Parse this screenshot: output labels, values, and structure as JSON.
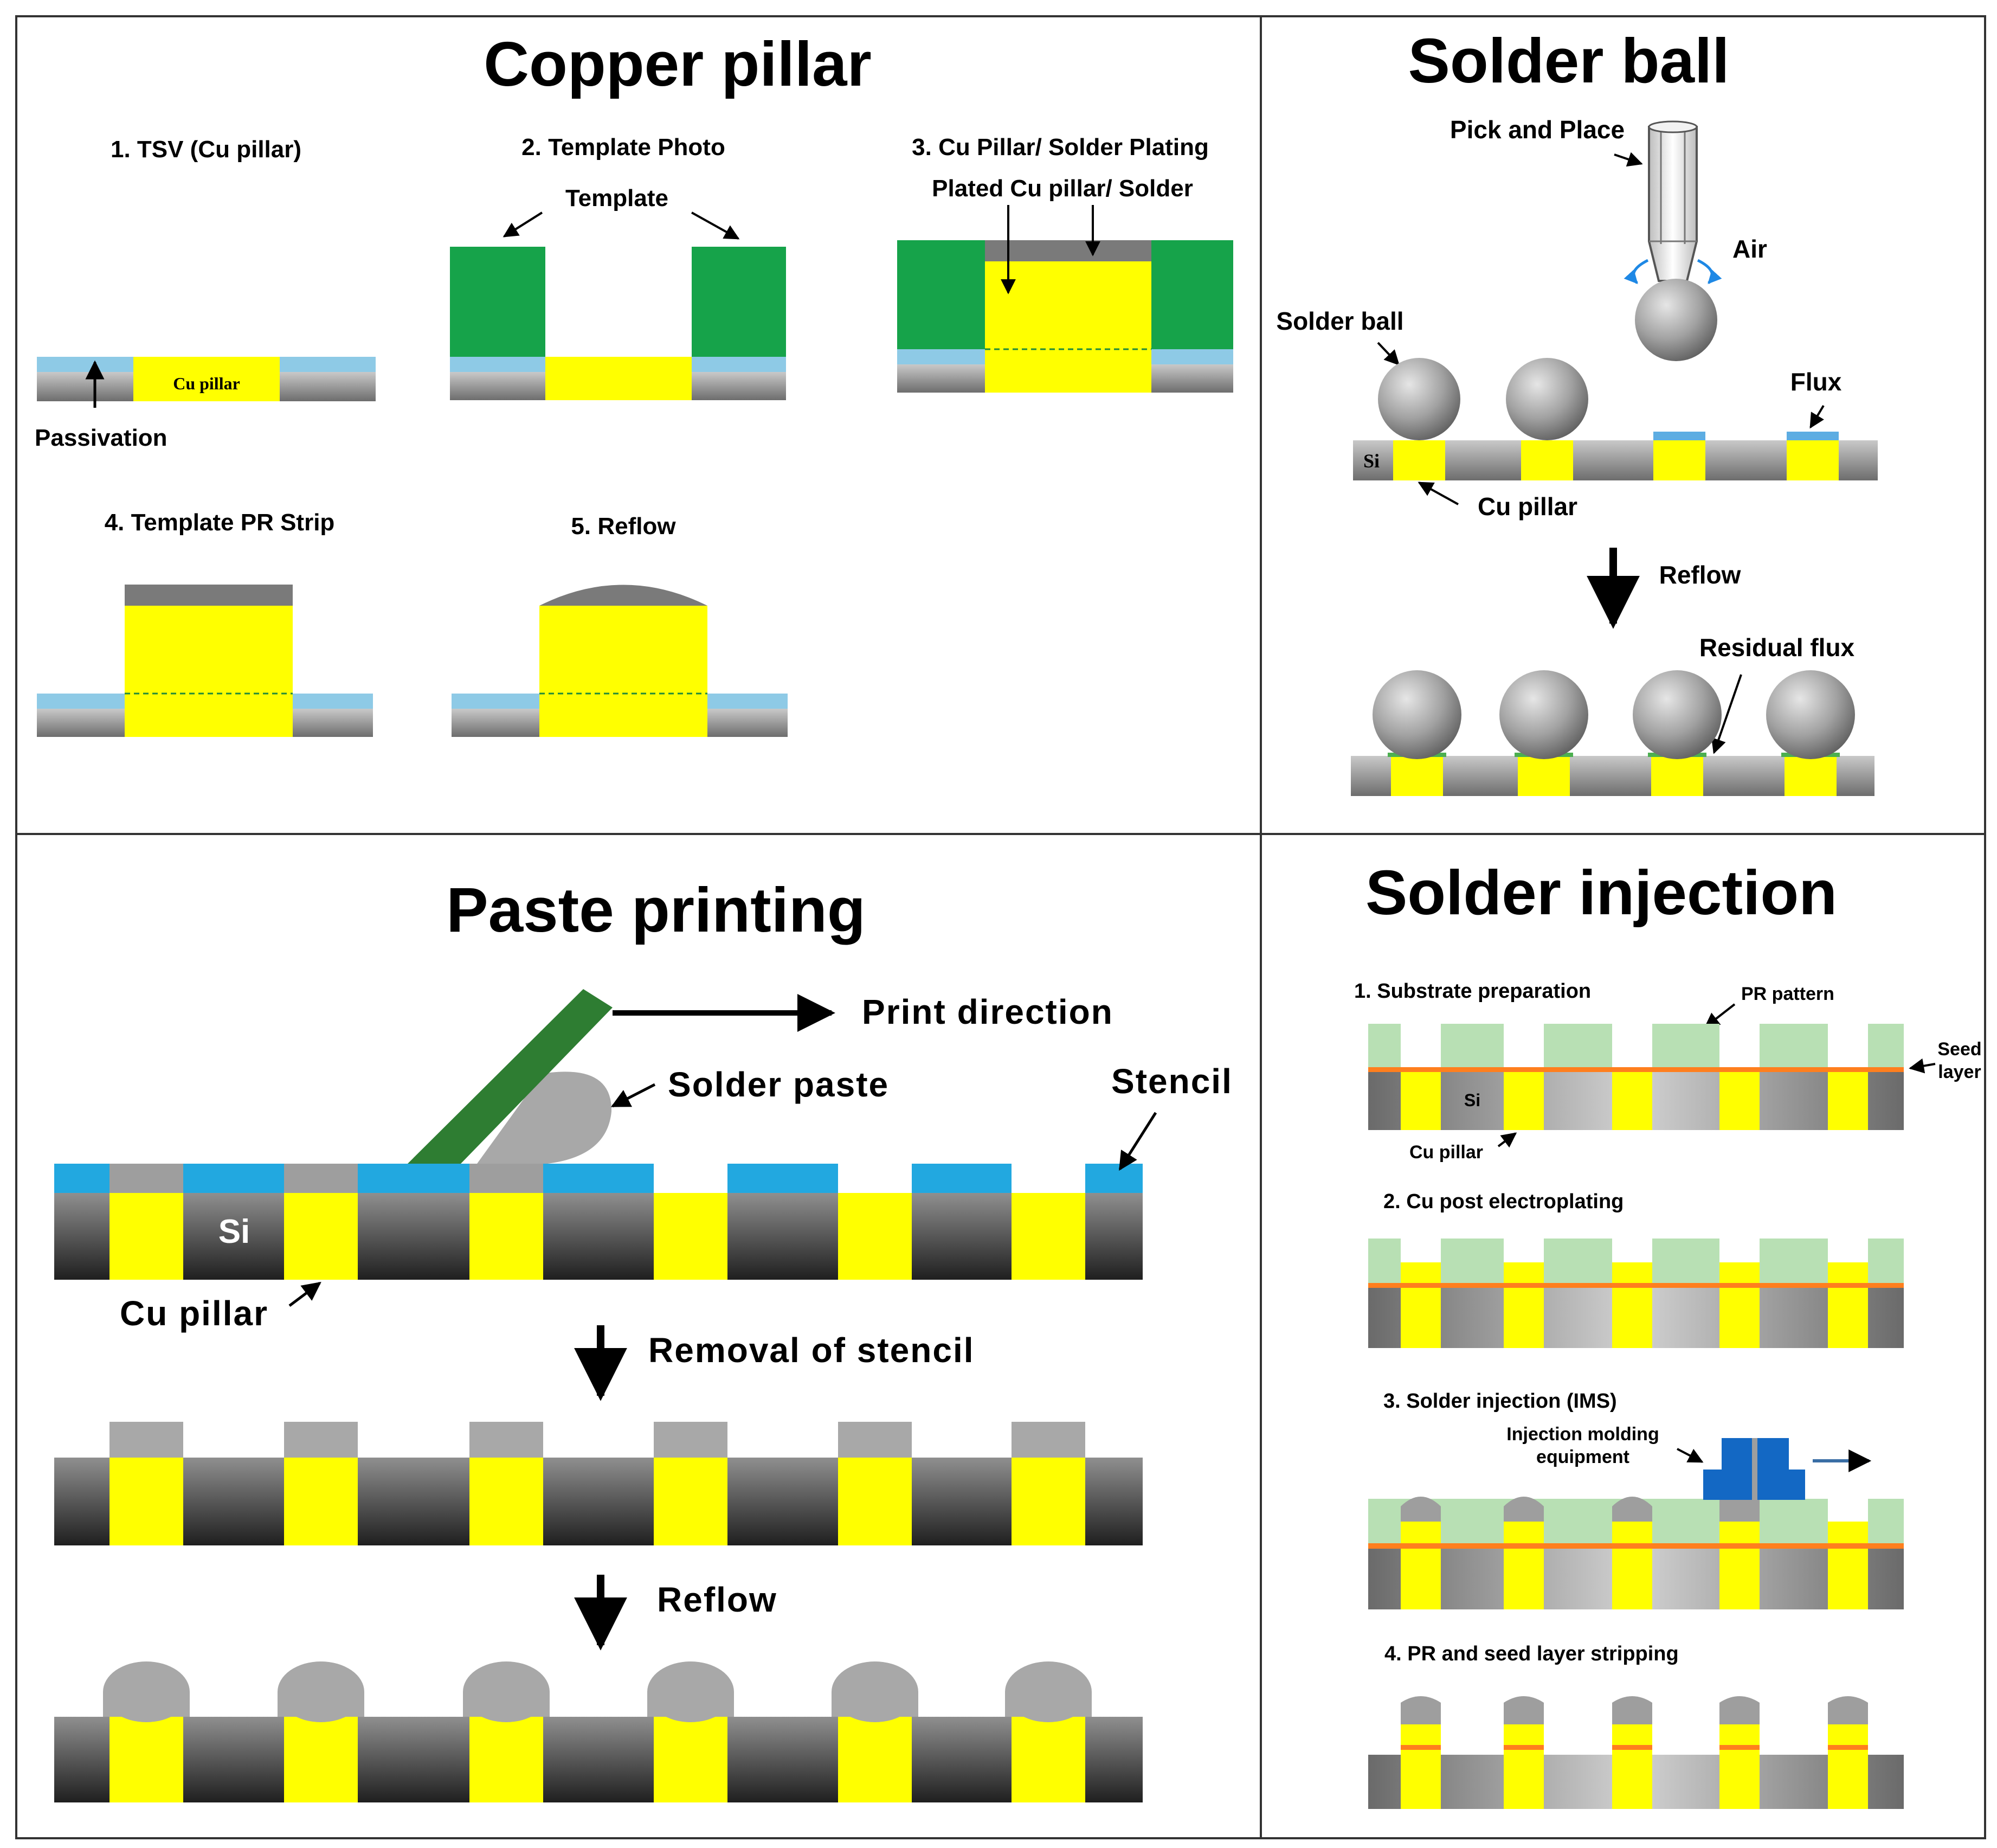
{
  "panels": {
    "copper_pillar": {
      "title": "Copper pillar",
      "steps": [
        "1. TSV (Cu pillar)",
        "2. Template Photo",
        "3. Cu Pillar/ Solder Plating",
        "4. Template PR Strip",
        "5. Reflow"
      ],
      "labels": {
        "cu_pillar": "Cu pillar",
        "passivation": "Passivation",
        "template": "Template",
        "plated": "Plated Cu pillar/ Solder"
      }
    },
    "solder_ball": {
      "title": "Solder ball",
      "labels": {
        "pick_and_place": "Pick and Place",
        "air": "Air",
        "solder_ball": "Solder ball",
        "flux": "Flux",
        "si": "Si",
        "cu_pillar": "Cu pillar",
        "reflow": "Reflow",
        "residual_flux": "Residual flux"
      }
    },
    "paste_printing": {
      "title": "Paste printing",
      "labels": {
        "print_direction": "Print direction",
        "solder_paste": "Solder paste",
        "stencil": "Stencil",
        "si": "Si",
        "cu_pillar": "Cu pillar",
        "removal": "Removal of stencil",
        "reflow": "Reflow"
      }
    },
    "solder_injection": {
      "title": "Solder injection",
      "steps": [
        "1. Substrate preparation",
        "2. Cu post electroplating",
        "3. Solder injection (IMS)",
        "4. PR and seed layer stripping"
      ],
      "labels": {
        "pr_pattern": "PR pattern",
        "seed_line1": "Seed",
        "seed_line2": "layer",
        "si": "Si",
        "cu_pillar": "Cu pillar",
        "injection_line1": "Injection molding",
        "injection_line2": "equipment"
      }
    }
  },
  "colors": {
    "copper": "#ffff00",
    "template_green": "#16a34a",
    "passivation_blue": "#8ecae6",
    "stencil_blue": "#22a8e0",
    "squeegee_green": "#2e7d32",
    "pr_green": "#b8e0b4",
    "seed_orange": "#ff7f1e",
    "injector_blue": "#1368c4",
    "solder_gray": "#9e9e9e"
  }
}
